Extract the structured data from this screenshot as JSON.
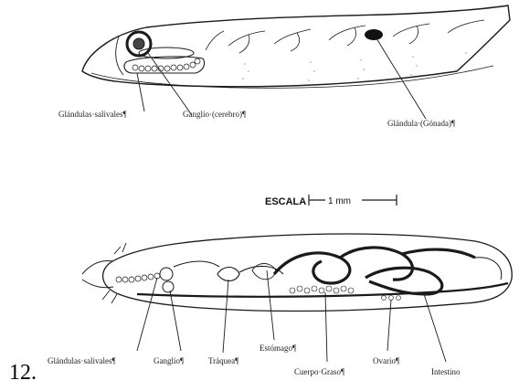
{
  "figure_number": "12.",
  "larva_side": {
    "labels": {
      "salivary_glands": "Glándulas·salivales¶",
      "ganglion_brain": "Ganglio·(cerebro)¶",
      "gland_gonad": "Glándula·(Gónada)¶"
    }
  },
  "scale": {
    "label": "ESCALA",
    "value": "1 mm"
  },
  "larva_dissected": {
    "labels": {
      "salivary_glands": "Glándulas·salivales¶",
      "ganglion": "Ganglio¶",
      "trachea": "Tráquea¶",
      "stomach": "Estómago¶",
      "fat_body": "Cuerpo·Graso¶",
      "ovary": "Ovario¶",
      "intestine": "Intestino"
    }
  },
  "colors": {
    "ink": "#1a1a1a",
    "stipple": "#9a9a9a"
  }
}
